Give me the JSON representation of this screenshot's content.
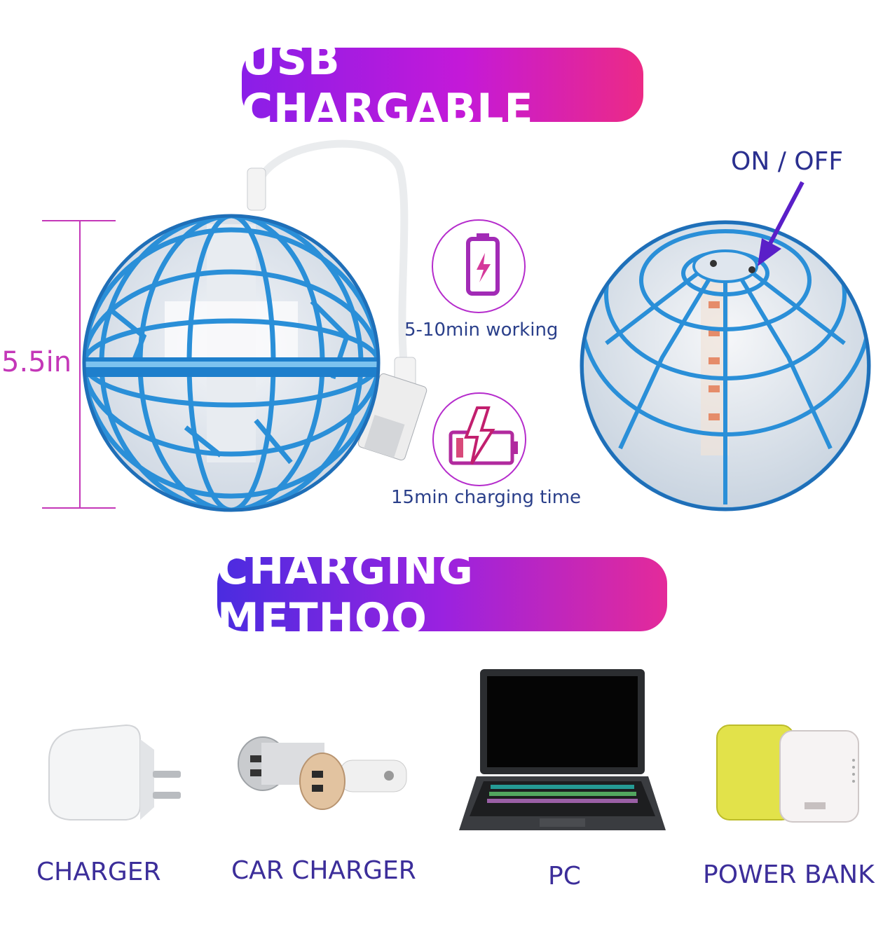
{
  "banners": {
    "usb": "USB CHARGABLE",
    "method": "CHARGING METHOO"
  },
  "dimension": {
    "label": "5.5in",
    "color": "#c437b8"
  },
  "features": [
    {
      "icon": "battery-icon",
      "label": "5-10min working"
    },
    {
      "icon": "charging-battery-icon",
      "label": "15min charging time"
    }
  ],
  "switch": {
    "label": "ON / OFF",
    "arrow_color": "#5a1fc8"
  },
  "methods": [
    {
      "icon": "wall-charger-icon",
      "label": "CHARGER"
    },
    {
      "icon": "car-charger-icon",
      "label": "CAR CHARGER"
    },
    {
      "icon": "laptop-icon",
      "label": "PC"
    },
    {
      "icon": "power-bank-icon",
      "label": "POWER BANK"
    }
  ],
  "colors": {
    "ball_blue": "#2a8fd8",
    "accent_pink": "#c22fc4",
    "label_text": "#3c2e9a"
  }
}
